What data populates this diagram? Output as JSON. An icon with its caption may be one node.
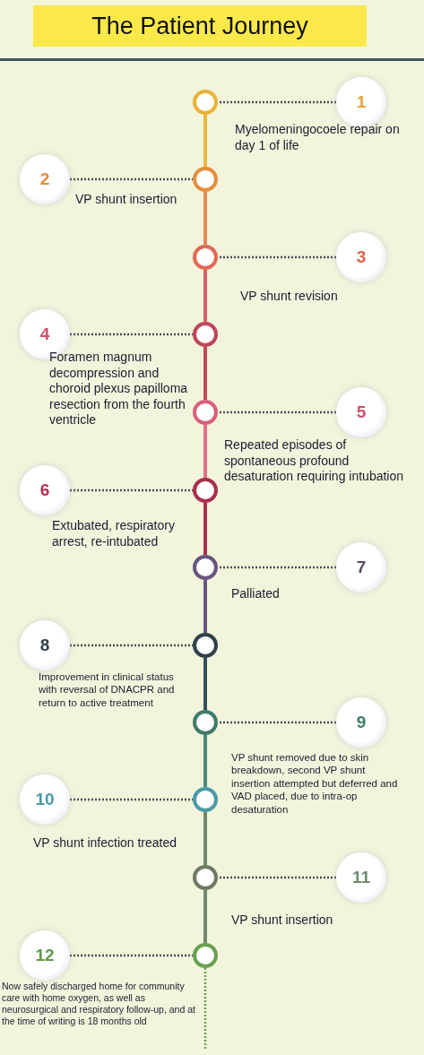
{
  "diagram": {
    "title": "The Patient Journey",
    "nodes": [
      {
        "text": [
          "1"
        ],
        "beside": [
          "Myelomeningocoele repair on day 1 of life"
        ]
      },
      {
        "text": [
          "2"
        ],
        "beside": [
          "VP shunt insertion"
        ]
      },
      {
        "text": [
          "3"
        ],
        "beside": [
          "VP shunt revision"
        ]
      },
      {
        "text": [
          "4"
        ],
        "beside": [
          "Foramen magnum decompression and choroid plexus papilloma resection from the fourth ventricle"
        ]
      },
      {
        "text": [
          "5"
        ],
        "beside": [
          "Repeated episodes of spontaneous profound desaturation requiring intubation"
        ]
      },
      {
        "text": [
          "6"
        ],
        "beside": [
          "Extubated, respiratory arrest, re-intubated"
        ]
      },
      {
        "text": [
          "7"
        ]
      },
      {
        "text": [
          "8"
        ],
        "beside": [
          "Improvement in clinical status with reversal of DNACPR and return to active treatment"
        ]
      },
      {
        "text": [
          "9"
        ],
        "beside": [
          "VP shunt removed due to skin breakdown, second VP shunt insertion attempted but deferred and VAD placed, due to intra-op desaturation"
        ]
      },
      {
        "text": [
          "10"
        ],
        "beside": [
          "VP shunt infection treated"
        ]
      },
      {
        "text": [
          "11"
        ],
        "beside": [
          "VP shunt insertion"
        ]
      },
      {
        "text": [
          "12"
        ],
        "beside": [
          "Now safely discharged home for community care with home oxygen, as well as neurosurgical and respiratory follow-up, and at the time of writing is 18 months old"
        ]
      },
      {
        "text": [],
        "shape": "circle"
      },
      {
        "text": [],
        "shape": "circle"
      },
      {
        "text": [],
        "shape": "circle"
      },
      {
        "text": [],
        "shape": "circle"
      },
      {
        "text": [],
        "shape": "circle"
      },
      {
        "text": [],
        "shape": "circle"
      },
      {
        "text": [],
        "shape": "circle",
        "beside": [
          "Palliated"
        ]
      },
      {
        "text": [],
        "shape": "circle"
      },
      {
        "text": [],
        "shape": "circle"
      },
      {
        "text": [],
        "shape": "circle"
      },
      {
        "text": [],
        "shape": "circle"
      },
      {
        "text": [],
        "shape": "circle"
      }
    ],
    "edges": [
      {
        "from": 0,
        "to": 12,
        "arrow": "none",
        "style": "dashed"
      },
      {
        "from": 1,
        "to": 13,
        "arrow": "none",
        "style": "dashed"
      },
      {
        "from": 2,
        "to": 14,
        "arrow": "none",
        "style": "dashed"
      },
      {
        "from": 3,
        "to": 15,
        "arrow": "none",
        "style": "dashed"
      },
      {
        "from": 4,
        "to": 16,
        "arrow": "none",
        "style": "dashed"
      },
      {
        "from": 5,
        "to": 17,
        "arrow": "none",
        "style": "dashed"
      },
      {
        "from": 6,
        "to": 18,
        "arrow": "none",
        "style": "dashed"
      },
      {
        "from": 7,
        "to": 19,
        "arrow": "none",
        "style": "dashed"
      },
      {
        "from": 8,
        "to": 20,
        "arrow": "none",
        "style": "dashed"
      },
      {
        "from": 9,
        "to": 21,
        "arrow": "none",
        "style": "dashed"
      },
      {
        "from": 10,
        "to": 22,
        "arrow": "none",
        "style": "dashed"
      },
      {
        "from": 11,
        "to": 23,
        "arrow": "none",
        "style": "dashed"
      },
      {
        "from": 12,
        "to": 13,
        "arrow": "none",
        "color": "#e8b840"
      },
      {
        "from": 13,
        "to": 14,
        "arrow": "none",
        "color": "#df8a58"
      },
      {
        "from": 14,
        "to": 15,
        "arrow": "none",
        "color": "#d8606a"
      },
      {
        "from": 15,
        "to": 16,
        "arrow": "none",
        "color": "#c04a5a"
      },
      {
        "from": 16,
        "to": 17,
        "arrow": "none",
        "color": "#e07088"
      },
      {
        "from": 17,
        "to": 18,
        "arrow": "none",
        "color": "#a8304a"
      },
      {
        "from": 18,
        "to": 19,
        "arrow": "none",
        "color": "#6a5580"
      },
      {
        "from": 19,
        "to": 20,
        "arrow": "none",
        "color": "#35505a"
      },
      {
        "from": 20,
        "to": 21,
        "arrow": "none",
        "color": "#4a8a80"
      },
      {
        "from": 21,
        "to": 22,
        "arrow": "none",
        "color": "#6e8a6e"
      },
      {
        "from": 22,
        "to": 23,
        "arrow": "none",
        "color": "#6e8a6e"
      },
      {
        "from": 23,
        "to": null,
        "arrow": "none",
        "style": "dashed",
        "color": "#6aa050"
      }
    ]
  }
}
